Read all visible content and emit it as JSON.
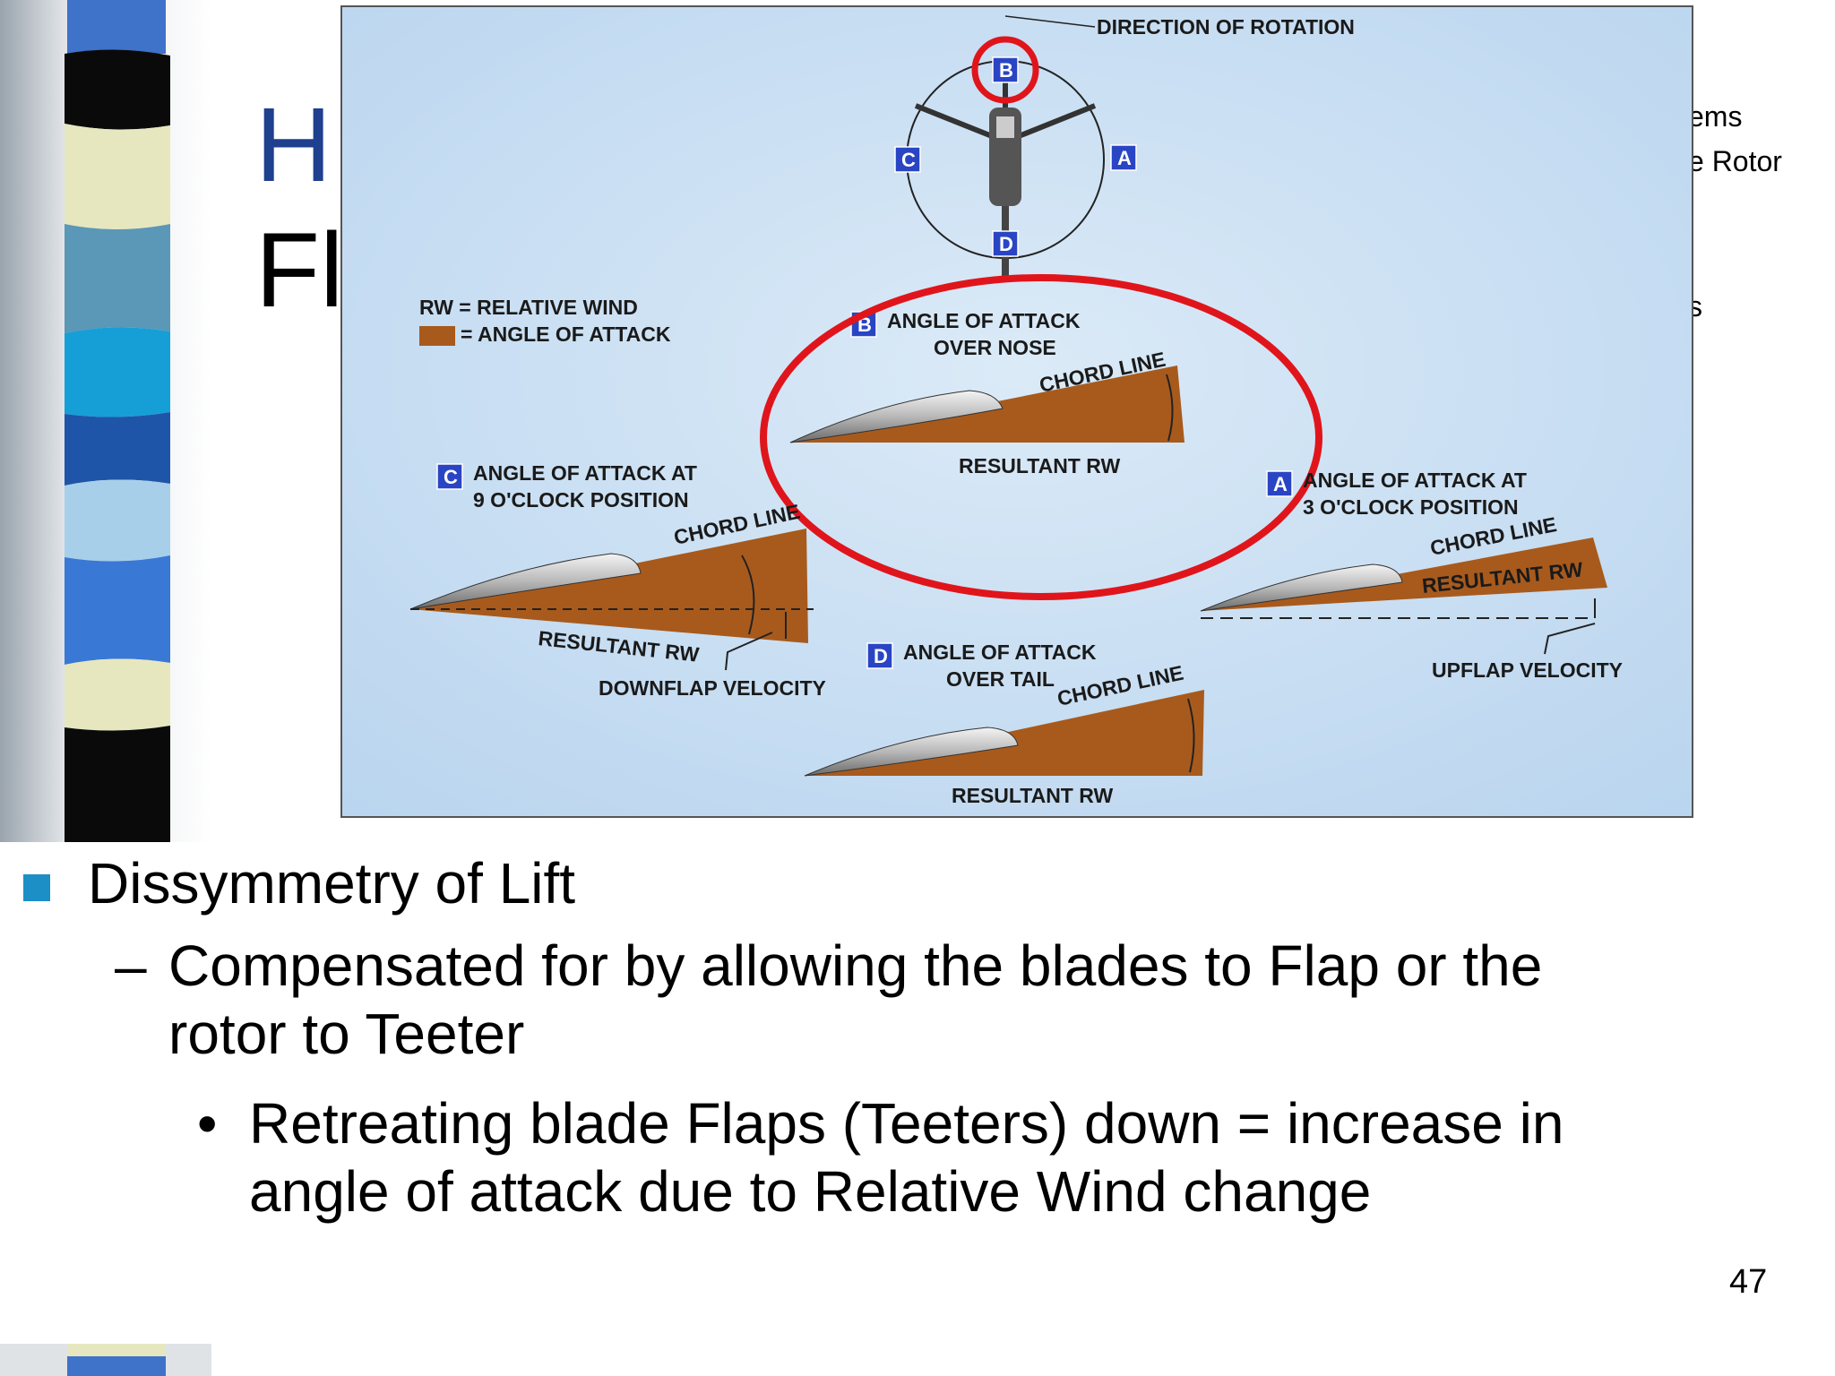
{
  "slide": {
    "title_line1": "H",
    "title_line2": "Fl",
    "peek_texts": [
      "ems",
      "e Rotor",
      "s"
    ],
    "page_number": "47"
  },
  "figure": {
    "direction_of_rotation": "DIRECTION OF ROTATION",
    "badges": {
      "a": "A",
      "b": "B",
      "c": "C",
      "d": "D"
    },
    "legend_rw": "RW = RELATIVE WIND",
    "legend_aoa": "= ANGLE OF ATTACK",
    "panel_b": {
      "title1": "ANGLE OF ATTACK",
      "title2": "OVER NOSE",
      "chord": "CHORD LINE",
      "rw": "RESULTANT RW"
    },
    "panel_c": {
      "title1": "ANGLE OF ATTACK AT",
      "title2": "9 O'CLOCK POSITION",
      "chord": "CHORD LINE",
      "rw": "RESULTANT RW",
      "velocity": "DOWNFLAP VELOCITY"
    },
    "panel_a": {
      "title1": "ANGLE OF ATTACK AT",
      "title2": "3 O'CLOCK POSITION",
      "chord": "CHORD LINE",
      "rw": "RESULTANT RW",
      "velocity": "UPFLAP VELOCITY"
    },
    "panel_d": {
      "title1": "ANGLE OF ATTACK",
      "title2": "OVER TAIL",
      "chord": "CHORD LINE",
      "rw": "RESULTANT RW"
    },
    "colors": {
      "sky": "#c9e0f3",
      "wedge": "#a85a1c",
      "badge": "#2a45c4",
      "highlight": "#e0151b"
    }
  },
  "bullets": {
    "level1": "Dissymmetry of Lift",
    "level2": "Compensated for by allowing the blades to Flap or the rotor to Teeter",
    "level2_marker": "–",
    "level3": "Retreating blade Flaps (Teeters) down = increase in angle of attack due to Relative Wind change",
    "level3_marker": "•"
  }
}
